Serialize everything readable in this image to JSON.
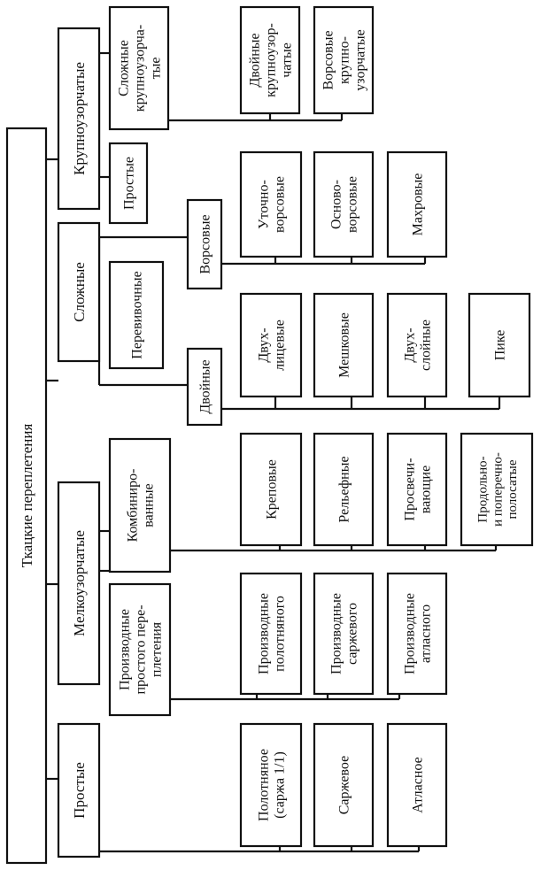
{
  "diagram": {
    "root": "Ткацкие переплетения",
    "level1": [
      "Простые",
      "Мелкоузорчатые",
      "Сложные",
      "Крупноузорчатые"
    ],
    "fine": {
      "derivative": [
        "Производные",
        "простого пере-",
        "плетения"
      ],
      "combined": [
        "Комбиниро-",
        "ванные"
      ],
      "derivative_children": [
        [
          "Производные",
          "полотняного"
        ],
        [
          "Производные",
          "саржевого"
        ],
        [
          "Производные",
          "атласного"
        ]
      ],
      "combined_children": [
        [
          "Креповые"
        ],
        [
          "Рельефные"
        ],
        [
          "Просвечи-",
          "вающие"
        ],
        [
          "Продольно-",
          "и поперечно-",
          "полосатые"
        ]
      ]
    },
    "simple_children": [
      [
        "Полотняное",
        "(саржа 1/1)"
      ],
      [
        "Саржевое"
      ],
      [
        "Атласное"
      ]
    ],
    "complex": {
      "leno": "Перевивочные",
      "pile": "Ворсовые",
      "double": "Двойные",
      "pile_children": [
        [
          "Уточно-",
          "ворсовые"
        ],
        [
          "Осново-",
          "ворсовые"
        ],
        [
          "Махровые"
        ]
      ],
      "double_children": [
        [
          "Двух-",
          "лицевые"
        ],
        [
          "Мешковые"
        ],
        [
          "Двух-",
          "слойные"
        ],
        [
          "Пике"
        ]
      ]
    },
    "jacquard": {
      "simple": "Простые",
      "complex": [
        "Сложные",
        "крупноузорча-",
        "тые"
      ],
      "children": [
        [
          "Двойные",
          "крупноузор-",
          "чатые"
        ],
        [
          "Ворсовые",
          "крупно-",
          "узорчатые"
        ]
      ]
    }
  }
}
